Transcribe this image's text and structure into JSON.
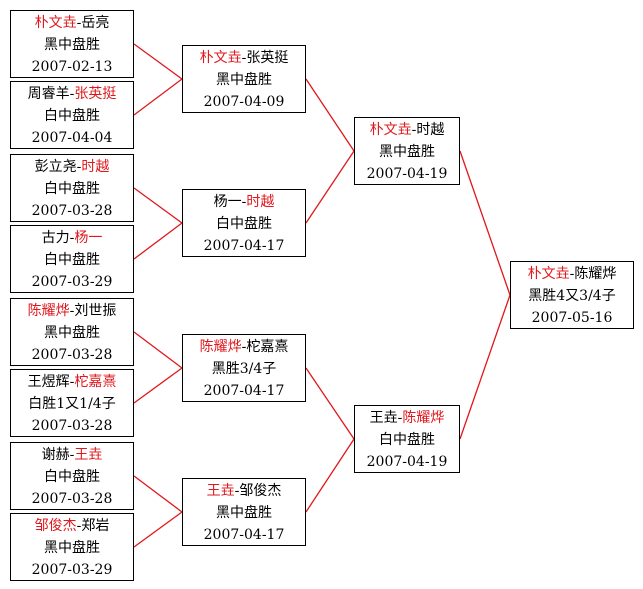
{
  "brackets": {
    "r1": [
      {
        "black": "朴文垚",
        "white": "岳亮",
        "winner": "black",
        "result": "黑中盘胜",
        "date": "2007-02-13"
      },
      {
        "black": "周睿羊",
        "white": "张英挺",
        "winner": "white",
        "result": "白中盘胜",
        "date": "2007-04-04"
      },
      {
        "black": "彭立尧",
        "white": "时越",
        "winner": "white",
        "result": "白中盘胜",
        "date": "2007-03-28"
      },
      {
        "black": "古力",
        "white": "杨一",
        "winner": "white",
        "result": "白中盘胜",
        "date": "2007-03-29"
      },
      {
        "black": "陈耀烨",
        "white": "刘世振",
        "winner": "black",
        "result": "黑中盘胜",
        "date": "2007-03-28"
      },
      {
        "black": "王煜辉",
        "white": "柁嘉熹",
        "winner": "white",
        "result": "白胜1又1/4子",
        "date": "2007-03-28"
      },
      {
        "black": "谢赫",
        "white": "王垚",
        "winner": "white",
        "result": "白中盘胜",
        "date": "2007-03-28"
      },
      {
        "black": "邹俊杰",
        "white": "郑岩",
        "winner": "black",
        "result": "黑中盘胜",
        "date": "2007-03-29"
      }
    ],
    "r2": [
      {
        "black": "朴文垚",
        "white": "张英挺",
        "winner": "black",
        "result": "黑中盘胜",
        "date": "2007-04-09"
      },
      {
        "black": "杨一",
        "white": "时越",
        "winner": "white",
        "result": "白中盘胜",
        "date": "2007-04-17"
      },
      {
        "black": "陈耀烨",
        "white": "柁嘉熹",
        "winner": "black",
        "result": "黑胜3/4子",
        "date": "2007-04-17"
      },
      {
        "black": "王垚",
        "white": "邹俊杰",
        "winner": "black",
        "result": "黑中盘胜",
        "date": "2007-04-17"
      }
    ],
    "r3": [
      {
        "black": "朴文垚",
        "white": "时越",
        "winner": "black",
        "result": "黑中盘胜",
        "date": "2007-04-19"
      },
      {
        "black": "王垚",
        "white": "陈耀烨",
        "winner": "white",
        "result": "白中盘胜",
        "date": "2007-04-19"
      }
    ],
    "r4": [
      {
        "black": "朴文垚",
        "white": "陈耀烨",
        "winner": "black",
        "result": "黑胜4又3/4子",
        "date": "2007-05-16"
      }
    ]
  },
  "separator": "-",
  "colors": {
    "winner": "#e0171c",
    "line": "#e0171c",
    "border": "#000000"
  }
}
